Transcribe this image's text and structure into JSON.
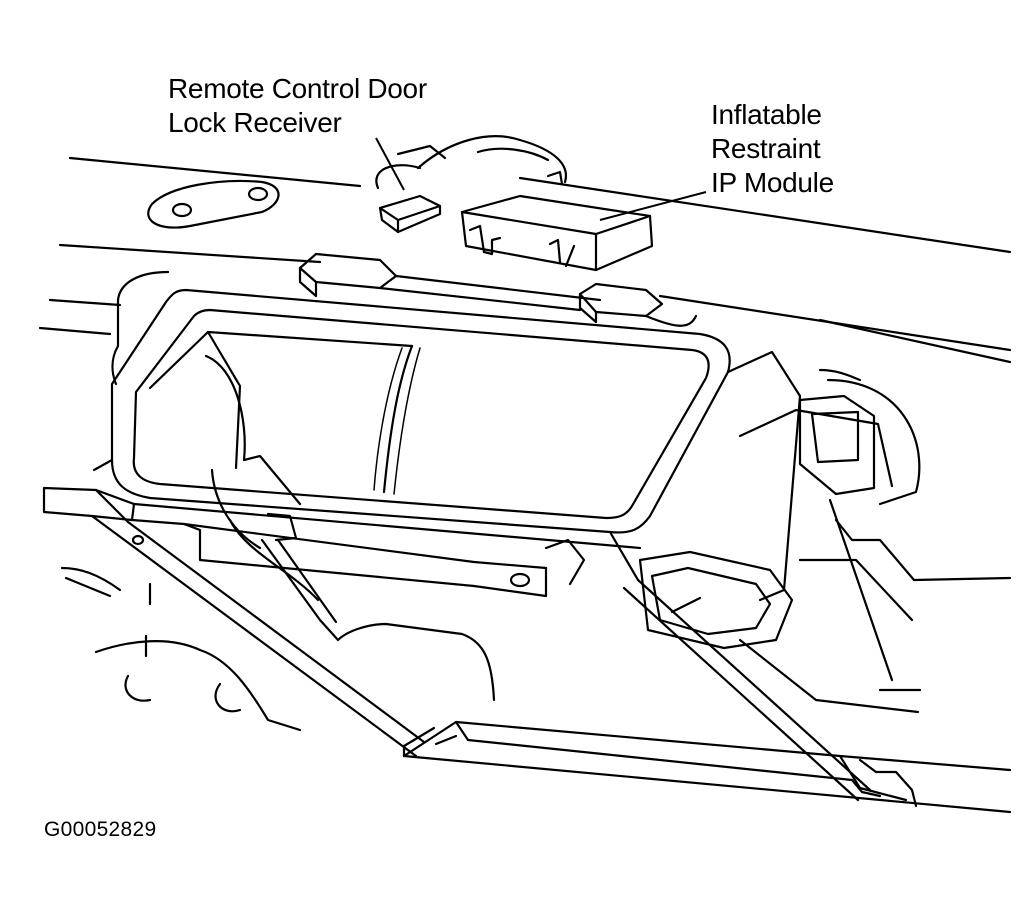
{
  "diagram": {
    "labels": {
      "remote_control_door_lock_receiver": [
        "Remote Control Door",
        "Lock Receiver"
      ],
      "inflatable_restraint_ip_module": [
        "Inflatable",
        "Restraint",
        "IP Module"
      ]
    },
    "figure_code": "G00052829"
  }
}
